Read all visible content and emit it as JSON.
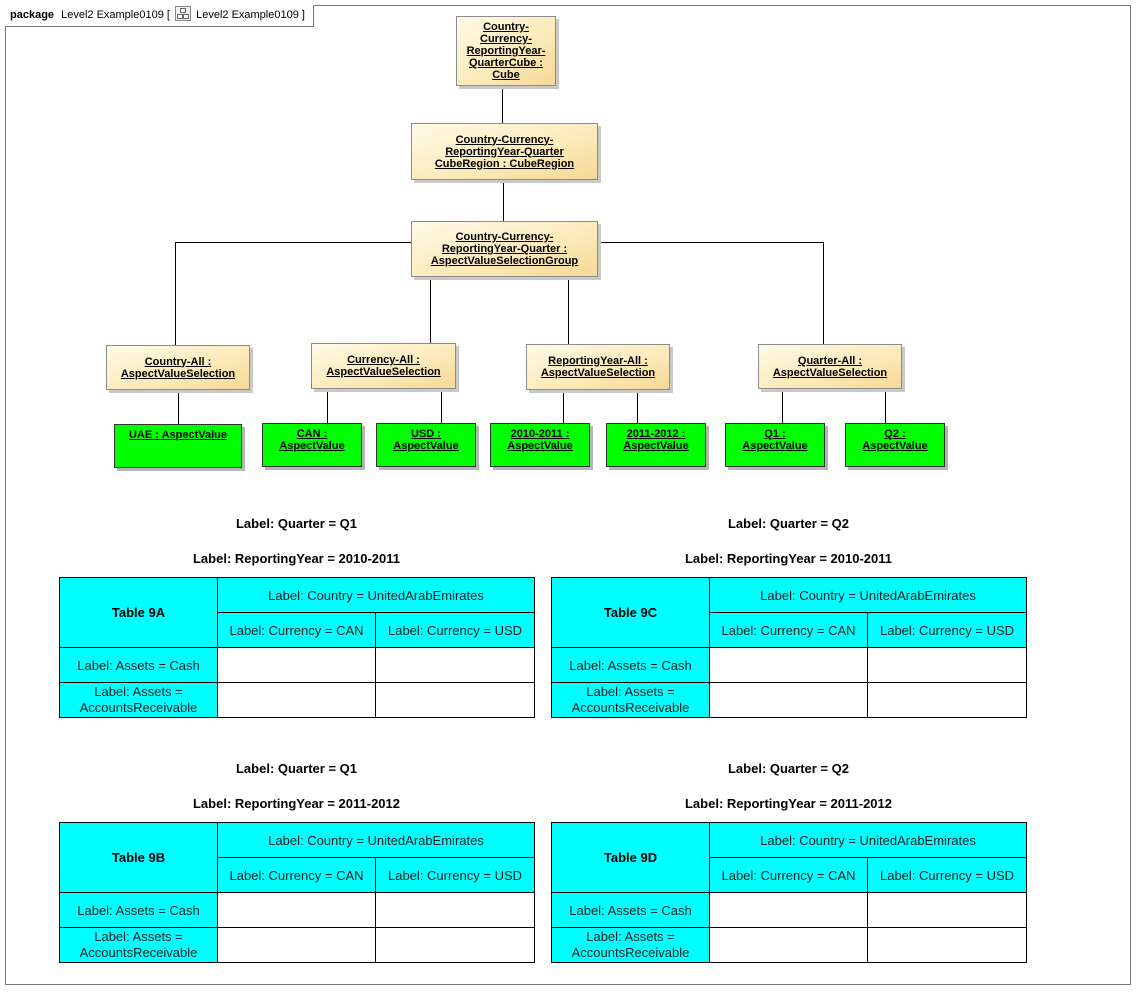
{
  "package": {
    "keyword": "package",
    "name": "Level2 Example0109",
    "open": "[",
    "ref": "Level2 Example0109",
    "close": "]"
  },
  "hierarchy": {
    "cube": "Country-\nCurrency-\nReportingYear-\nQuarterCube :\nCube",
    "region": "Country-Currency-\nReportingYear-Quarter\nCubeRegion : CubeRegion",
    "group": "Country-Currency-\nReportingYear-Quarter :\nAspectValueSelectionGroup",
    "selections": [
      "Country-All :\nAspectValueSelection",
      "Currency-All :\nAspectValueSelection",
      "ReportingYear-All :\nAspectValueSelection",
      "Quarter-All :\nAspectValueSelection"
    ],
    "values": [
      "UAE : AspectValue",
      "CAN :\nAspectValue",
      "USD :\nAspectValue",
      "2010-2011 :\nAspectValue",
      "2011-2012 :\nAspectValue",
      "Q1 :\nAspectValue",
      "Q2 :\nAspectValue"
    ]
  },
  "colors": {
    "node_fill": "#fbe9b8",
    "value_fill": "#00ff00",
    "table_header_fill": "#00ffff"
  },
  "tables": [
    {
      "quarter_label": "Label: Quarter = Q1",
      "year_label": "Label: ReportingYear = 2010-2011",
      "title": "Table 9A",
      "country": "Label: Country = UnitedArabEmirates",
      "currencies": [
        "Label: Currency = CAN",
        "Label: Currency = USD"
      ],
      "rows": [
        "Label: Assets = Cash",
        "Label: Assets =\nAccountsReceivable"
      ]
    },
    {
      "quarter_label": "Label: Quarter = Q2",
      "year_label": "Label: ReportingYear = 2010-2011",
      "title": "Table 9C",
      "country": "Label: Country = UnitedArabEmirates",
      "currencies": [
        "Label: Currency = CAN",
        "Label: Currency = USD"
      ],
      "rows": [
        "Label: Assets = Cash",
        "Label: Assets =\nAccountsReceivable"
      ]
    },
    {
      "quarter_label": "Label: Quarter = Q1",
      "year_label": "Label: ReportingYear = 2011-2012",
      "title": "Table 9B",
      "country": "Label: Country = UnitedArabEmirates",
      "currencies": [
        "Label: Currency = CAN",
        "Label: Currency = USD"
      ],
      "rows": [
        "Label: Assets = Cash",
        "Label: Assets =\nAccountsReceivable"
      ]
    },
    {
      "quarter_label": "Label: Quarter = Q2",
      "year_label": "Label: ReportingYear = 2011-2012",
      "title": "Table 9D",
      "country": "Label: Country = UnitedArabEmirates",
      "currencies": [
        "Label: Currency = CAN",
        "Label: Currency = USD"
      ],
      "rows": [
        "Label: Assets = Cash",
        "Label: Assets =\nAccountsReceivable"
      ]
    }
  ]
}
